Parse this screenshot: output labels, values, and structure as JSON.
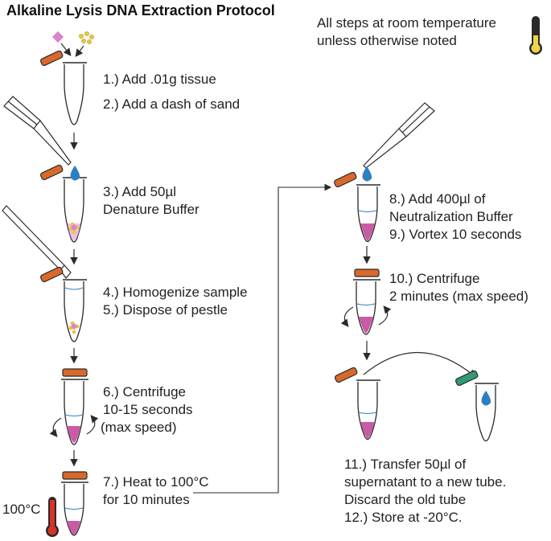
{
  "title": "Alkaline Lysis DNA Extraction Protocol",
  "note": {
    "line1": "All steps at room temperature",
    "line2": "unless otherwise noted"
  },
  "temperature_label": "100°C",
  "steps": {
    "s1": "1.) Add .01g tissue",
    "s2": "2.) Add a dash of sand",
    "s3a": "3.) Add 50µl",
    "s3b": "Denature Buffer",
    "s4": "4.) Homogenize sample",
    "s5": "5.) Dispose of pestle",
    "s6a": "6.) Centrifuge",
    "s6b": "10-15 seconds",
    "s6c": "(max speed)",
    "s7a": "7.) Heat to 100°C",
    "s7b": "for 10 minutes",
    "s8a": "8.) Add 400µl of",
    "s8b": "Neutralization Buffer",
    "s9": "9.) Vortex 10 seconds",
    "s10a": "10.) Centrifuge",
    "s10b": "2 minutes (max speed)",
    "s11a": "11.) Transfer 50µl of",
    "s11b": "supernatant to a new tube.",
    "s11c": "Discard the old tube",
    "s12": "12.) Store at -20°C."
  },
  "colors": {
    "cap_old": "#d9692b",
    "cap_new": "#2f9b74",
    "buffer_drop": "#2e7fc0",
    "lysate": "#c95aa5",
    "sand": "#e8c83a",
    "tissue": "#d884c8",
    "thermo_hot": "#d8322a",
    "thermo_room": "#f0d24a",
    "outline": "#2a2a2a"
  },
  "icons": [
    "pipette-icon",
    "pestle-icon",
    "tube-icon",
    "centrifuge-arrow-icon",
    "thermometer-icon",
    "tissue-icon",
    "sand-icon",
    "drop-icon"
  ]
}
